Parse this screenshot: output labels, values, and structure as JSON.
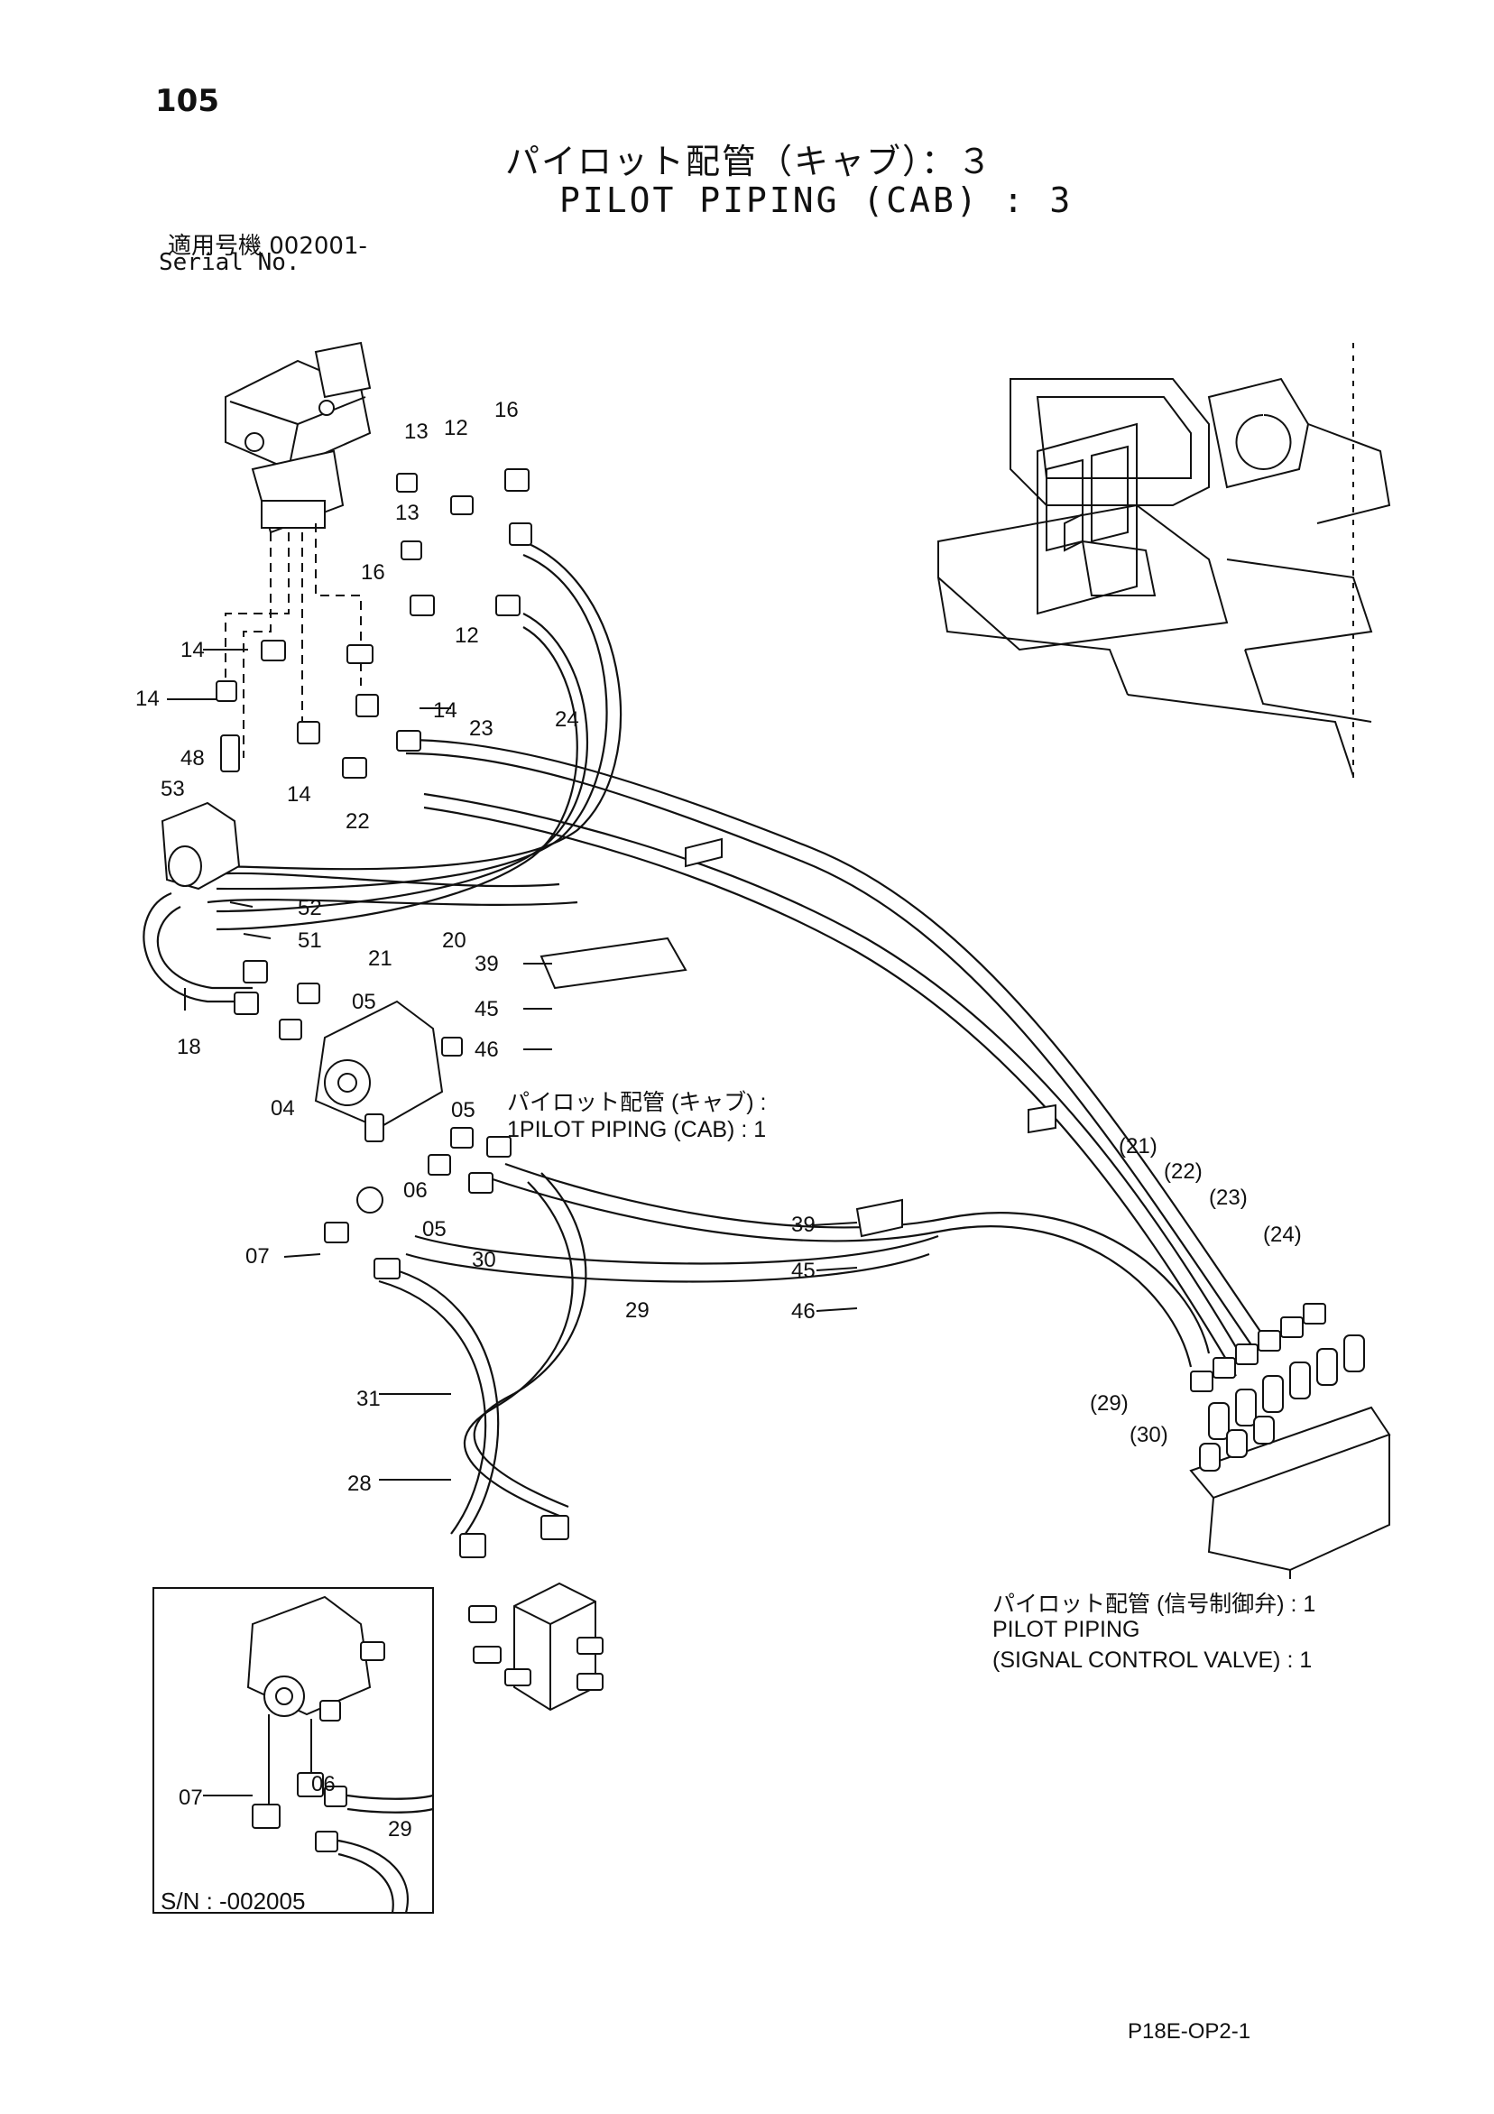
{
  "header": {
    "page_number": "105",
    "title_jp": "パイロット配管（キャブ）：３",
    "title_en": "PILOT PIPING (CAB) : 3",
    "serial_label_jp": "適用号機  002001-",
    "serial_label_en": "Serial No."
  },
  "callouts": {
    "cab_piping_jp": "パイロット配管 (キャブ) :",
    "cab_piping_en": "1PILOT PIPING (CAB) : 1",
    "signal_jp": "パイロット配管 (信号制御弁) : 1",
    "signal_en_1": "PILOT PIPING",
    "signal_en_2": "(SIGNAL CONTROL VALVE) : 1"
  },
  "inset": {
    "serial": "S/N : -002005"
  },
  "footer": {
    "code": "P18E-OP2-1"
  },
  "part_labels": [
    "13",
    "12",
    "16",
    "13",
    "16",
    "12",
    "14",
    "14",
    "14",
    "14",
    "23",
    "24",
    "48",
    "53",
    "22",
    "52",
    "51",
    "21",
    "20",
    "39",
    "45",
    "46",
    "05",
    "05",
    "04",
    "18",
    "06",
    "05",
    "30",
    "07",
    "29",
    "39",
    "45",
    "46",
    "(21)",
    "(22)",
    "(23)",
    "(24)",
    "(29)",
    "(30)",
    "31",
    "28",
    "06",
    "07",
    "29"
  ]
}
